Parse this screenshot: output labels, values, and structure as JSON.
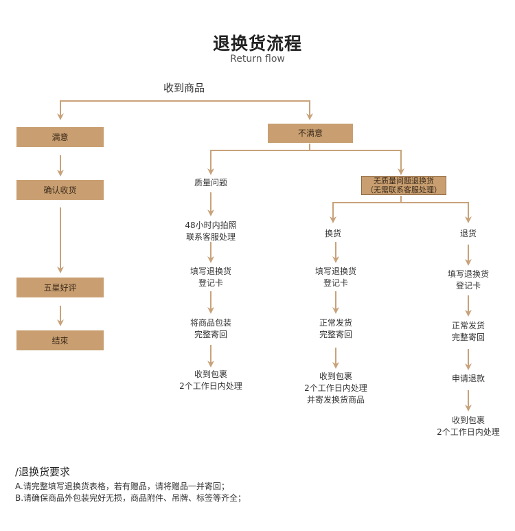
{
  "header": {
    "title": "退换货流程",
    "subtitle": "Return flow"
  },
  "flow": {
    "start": "收到商品",
    "satisfied": {
      "label": "满意",
      "steps": [
        "确认收货",
        "五星好评",
        "结束"
      ]
    },
    "unsatisfied": {
      "label": "不满意",
      "quality": {
        "label": "质量问题",
        "steps": [
          [
            "48小时内拍照",
            "联系客服处理"
          ],
          [
            "填写退换货",
            "登记卡"
          ],
          [
            "将商品包装",
            "完整寄回"
          ],
          [
            "收到包裹",
            "2个工作日内处理"
          ]
        ]
      },
      "no_quality": {
        "label": [
          "无质量问题退换货",
          "（无需联系客服处理）"
        ],
        "exchange": {
          "label": "换货",
          "steps": [
            [
              "填写退换货",
              "登记卡"
            ],
            [
              "正常发货",
              "完整寄回"
            ],
            [
              "收到包裹",
              "2个工作日内处理",
              "并寄发换货商品"
            ]
          ]
        },
        "refund": {
          "label": "退货",
          "steps": [
            [
              "填写退换货",
              "登记卡"
            ],
            [
              "正常发货",
              "完整寄回"
            ],
            [
              "申请退款"
            ],
            [
              "收到包裹",
              "2个工作日内处理"
            ]
          ]
        }
      }
    }
  },
  "requirements": {
    "title": "/退换货要求",
    "items": [
      "A.请完整填写退换货表格，若有赠品，请将赠品一并寄回；",
      "B.请确保商品外包装完好无损，商品附件、吊牌、标签等齐全；"
    ]
  },
  "colors": {
    "box_fill": "#c99f71",
    "line": "#c8a27a"
  }
}
